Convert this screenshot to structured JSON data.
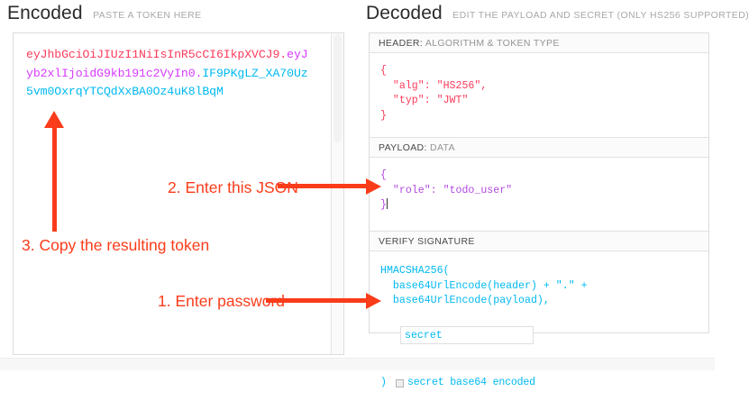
{
  "encoded": {
    "title": "Encoded",
    "subtitle": "PASTE A TOKEN HERE",
    "token": {
      "header_b64": "eyJhbGciOiJIUzI1NiIsInR5cCI6IkpXVCJ9",
      "payload_b64": "eyJyb2xlIjoidG9kb191c2VyIn0",
      "signature_b64": "IF9PKgLZ_XA70Uz5vm0OxrqYTCQdXxBA0Oz4uK8lBqM",
      "separator": ".",
      "full": "eyJhbGciOiJIUzI1NiIsInR5cCI6IkpXVCJ9.eyJyb2xlIjoidG9kb191c2VyIn0.IF9PKgLZ_XA70Uz5vm0OxrqYTCQdXxBA0Oz4uK8lBqM"
    }
  },
  "decoded": {
    "title": "Decoded",
    "subtitle": "EDIT THE PAYLOAD AND SECRET (ONLY HS256 SUPPORTED)",
    "sections": {
      "header": {
        "label_strong": "HEADER:",
        "label_rest": "ALGORITHM & TOKEN TYPE",
        "body": "{\n  \"alg\": \"HS256\",\n  \"typ\": \"JWT\"\n}"
      },
      "payload": {
        "label_strong": "PAYLOAD:",
        "label_rest": "DATA",
        "body": "{\n  \"role\": \"todo_user\"\n}"
      },
      "signature": {
        "label_strong": "VERIFY SIGNATURE",
        "label_rest": "",
        "line1": "HMACSHA256(",
        "line2": "  base64UrlEncode(header) + \".\" +",
        "line3": "  base64UrlEncode(payload),",
        "secret_value": "secret",
        "closing_paren": ")",
        "base64_label": "secret base64 encoded",
        "base64_checked": false
      }
    }
  },
  "annotations": {
    "step1": "1. Enter password",
    "step2": "2. Enter this JSON",
    "step3": "3. Copy the resulting token",
    "color": "#fa3c1a"
  },
  "colors": {
    "header_token": "#fb3b5c",
    "payload_token": "#d63aff",
    "signature_token": "#00b9f1",
    "annotation": "#fa3c1a",
    "panel_border": "#dcdcdc"
  }
}
